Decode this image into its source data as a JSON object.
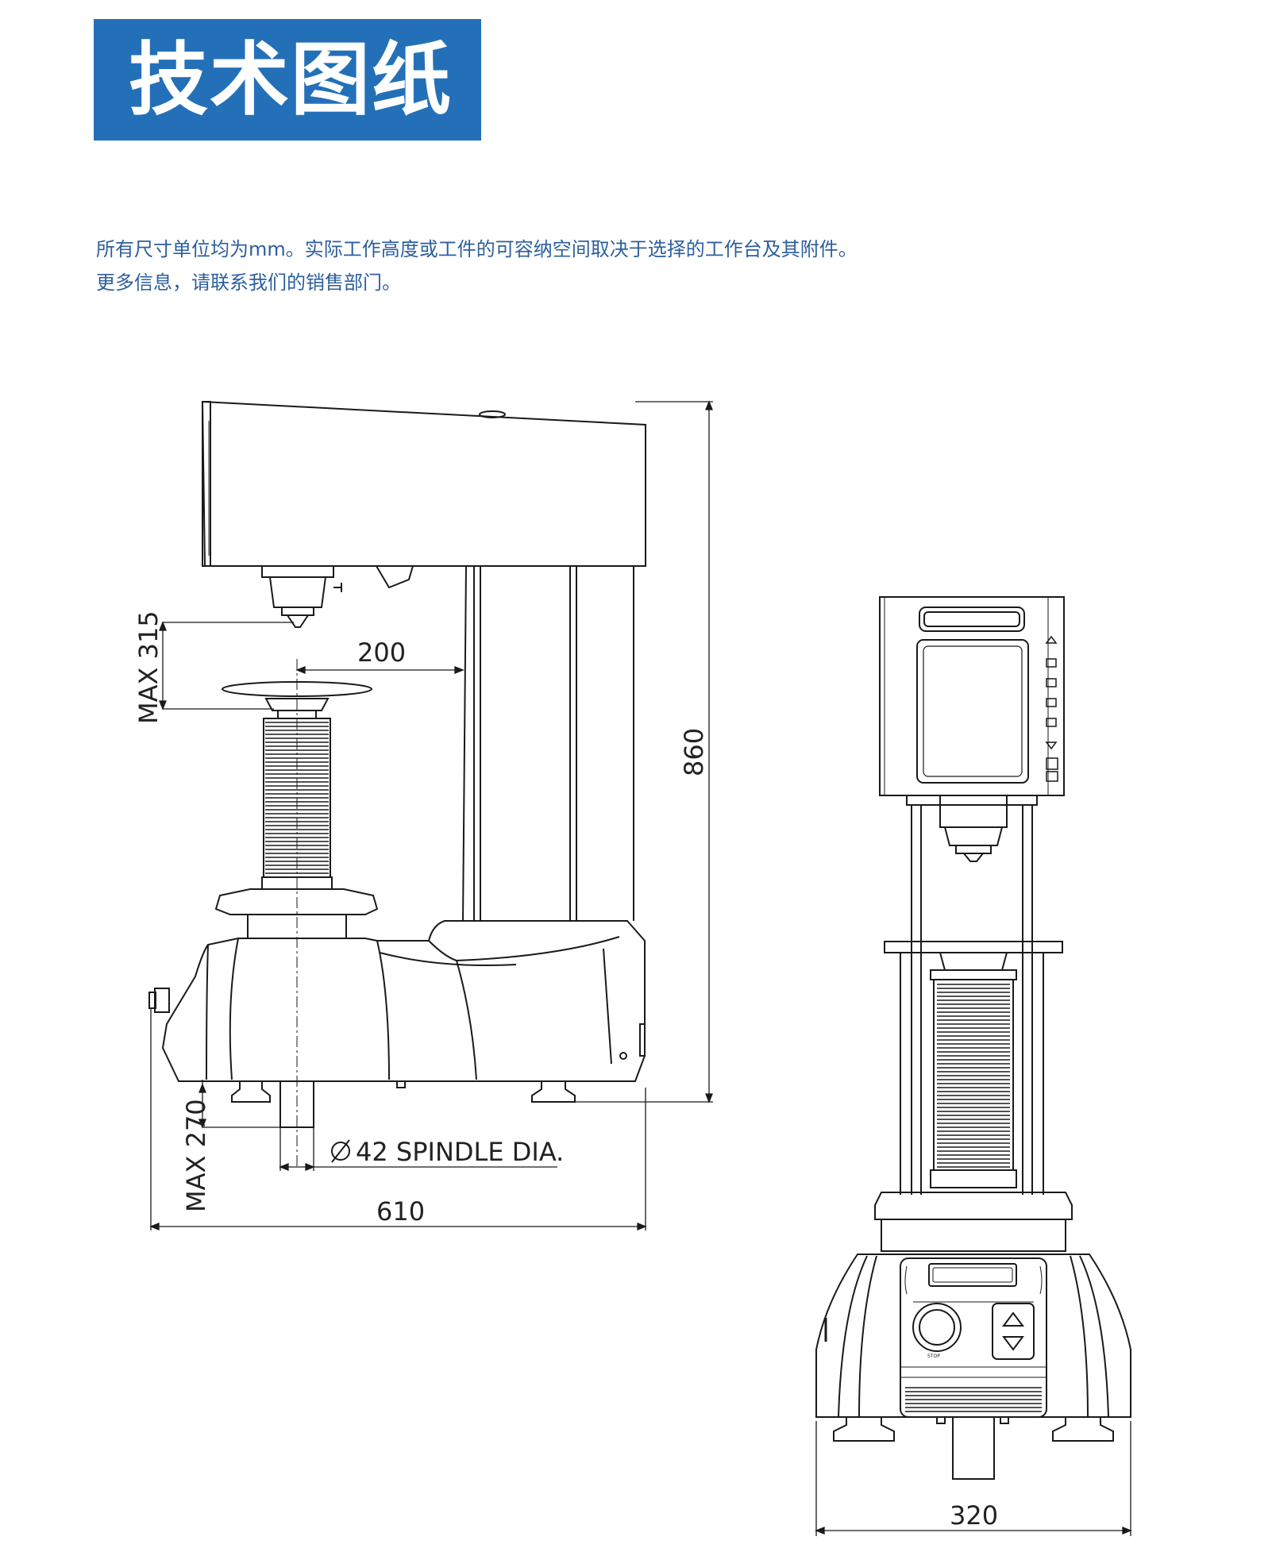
{
  "header": {
    "title": "技术图纸"
  },
  "notes": {
    "line1": "所有尺寸单位均为mm。实际工作高度或工件的可容纳空间取决于选择的工作台及其附件。",
    "line2": "更多信息，请联系我们的销售部门。"
  },
  "side_view": {
    "dim_max_315": "MAX 315",
    "dim_200": "200",
    "dim_860": "860",
    "dim_max_270": "MAX 270",
    "dim_spindle": "42 SPINDLE DIA.",
    "dim_610": "610"
  },
  "front_view": {
    "dim_320": "320",
    "stop_label": "STOP"
  },
  "colors": {
    "banner": "#2470b8",
    "note_text": "#2c5f9e",
    "line": "#1a1a1a"
  }
}
